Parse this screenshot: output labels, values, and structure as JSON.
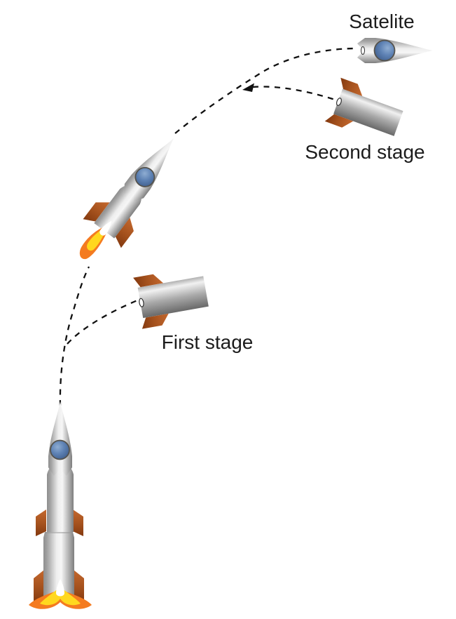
{
  "title": "Rocket staging sequence diagram",
  "labels": {
    "satellite": "Satelite",
    "second_stage": "Second stage",
    "first_stage": "First stage"
  },
  "elements": [
    {
      "name": "launch-rocket",
      "description_label": ""
    },
    {
      "name": "ascending-rocket",
      "description_label": ""
    },
    {
      "name": "first-stage-discarded",
      "description_label": "First stage"
    },
    {
      "name": "second-stage-discarded",
      "description_label": "Second stage"
    },
    {
      "name": "satellite-fairing",
      "description_label": "Satelite"
    }
  ],
  "colors": {
    "background": "#ffffff",
    "body_highlight": "#f6f6f6",
    "body_shadow": "#7e7e7e",
    "fin_orange": "#c4682e",
    "fin_dark": "#83390f",
    "flame_orange": "#f47b20",
    "flame_yellow": "#ffd81e",
    "flame_core": "#ffffff",
    "payload_blue": "#5e82b4",
    "trajectory_dash": "#111111",
    "text": "#1c1c1c"
  }
}
